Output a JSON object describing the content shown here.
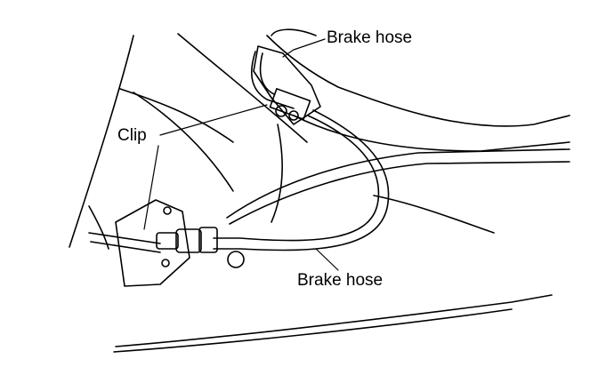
{
  "labels": {
    "brake_hose_top": "Brake hose",
    "clip": "Clip",
    "brake_hose_bottom": "Brake hose"
  },
  "colors": {
    "line": "#000000",
    "background": "#ffffff"
  }
}
